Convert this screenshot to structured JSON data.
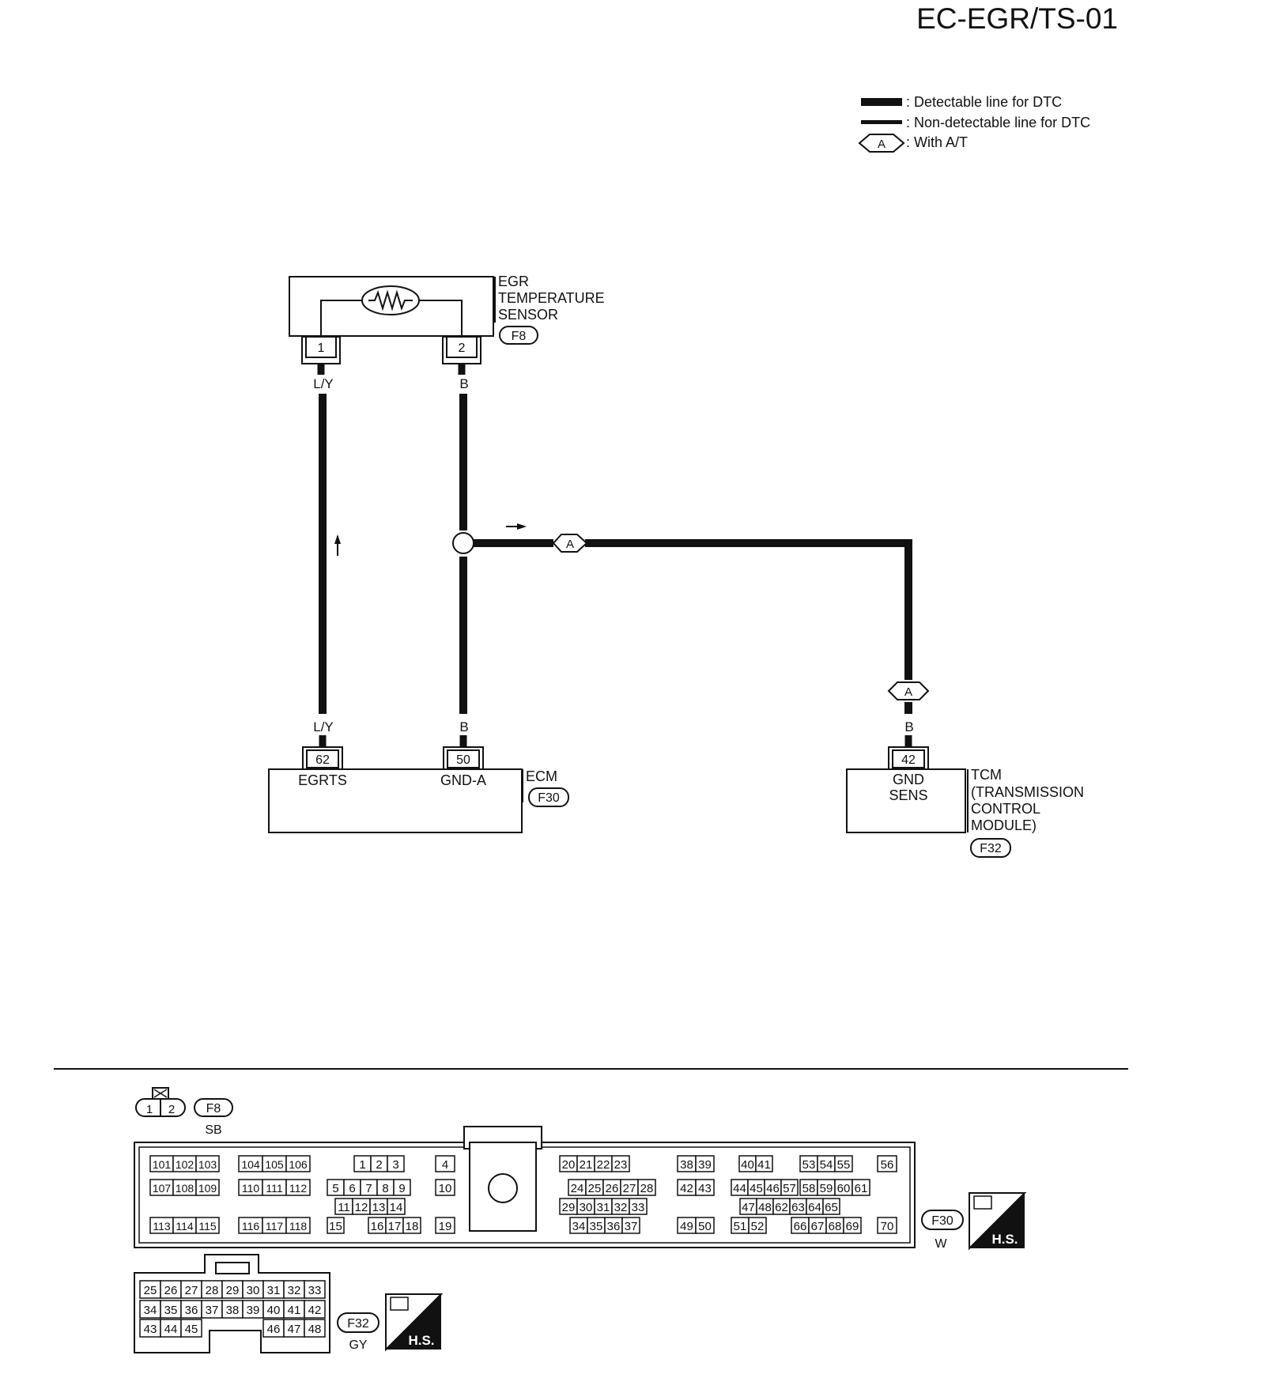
{
  "page": {
    "code": "EC-EGR/TS-01"
  },
  "legend": {
    "detectable": ": Detectable line for DTC",
    "non_detectable": ": Non-detectable line for DTC",
    "option_symbol": "A",
    "option": ": With A/T"
  },
  "egr_sensor": {
    "name_line1": "EGR",
    "name_line2": "TEMPERATURE",
    "name_line3": "SENSOR",
    "connector": "F8",
    "pin_1": "1",
    "pin_2": "2"
  },
  "wires": {
    "top_left_color": "L/Y",
    "top_right_color": "B",
    "bottom_left_color": "L/Y",
    "bottom_mid_color": "B",
    "bottom_right_color": "B",
    "splice_option_label": "A",
    "tcm_option_label": "A"
  },
  "ecm": {
    "name": "ECM",
    "connector": "F30",
    "pin_62": "62",
    "pin_50": "50",
    "egrts_label": "EGRTS",
    "gnd_label": "GND-A"
  },
  "tcm": {
    "name_line1": "TCM",
    "name_line2": "(TRANSMISSION",
    "name_line3": "CONTROL",
    "name_line4": "MODULE)",
    "connector": "F32",
    "pin": "42",
    "sens_line1": "GND",
    "sens_line2": "SENS"
  },
  "connectors": {
    "f8": {
      "id": "F8",
      "color": "SB",
      "pins": [
        "1",
        "2"
      ]
    },
    "f30": {
      "id": "F30",
      "color": "W",
      "hs": "H.S.",
      "pins": [
        [
          "101",
          "102",
          "103",
          "104",
          "105",
          "106",
          "1",
          "2",
          "3",
          "4",
          "20",
          "21",
          "22",
          "23",
          "38",
          "39",
          "40",
          "41",
          "53",
          "54",
          "55",
          "56"
        ],
        [
          "107",
          "108",
          "109",
          "110",
          "111",
          "112",
          "5",
          "6",
          "7",
          "8",
          "9",
          "10",
          "24",
          "25",
          "26",
          "27",
          "28",
          "42",
          "43",
          "44",
          "45",
          "46",
          "57",
          "58",
          "59",
          "60",
          "61"
        ],
        [
          "11",
          "12",
          "13",
          "14",
          "29",
          "30",
          "31",
          "32",
          "33",
          "47",
          "48",
          "62",
          "63",
          "64",
          "65"
        ],
        [
          "113",
          "114",
          "115",
          "116",
          "117",
          "118",
          "15",
          "16",
          "17",
          "18",
          "19",
          "34",
          "35",
          "36",
          "37",
          "49",
          "50",
          "51",
          "52",
          "66",
          "67",
          "68",
          "69",
          "70"
        ]
      ]
    },
    "f32": {
      "id": "F32",
      "color": "GY",
      "hs": "H.S.",
      "pins": [
        [
          "25",
          "26",
          "27",
          "28",
          "29",
          "30",
          "31",
          "32",
          "33"
        ],
        [
          "34",
          "35",
          "36",
          "37",
          "38",
          "39",
          "40",
          "41",
          "42"
        ],
        [
          "43",
          "44",
          "45",
          "46",
          "47",
          "48"
        ]
      ]
    }
  }
}
